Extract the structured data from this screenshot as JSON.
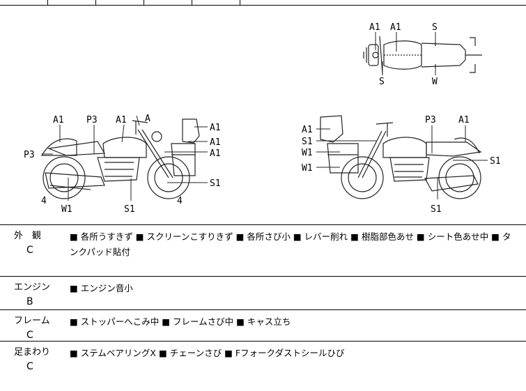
{
  "diagram": {
    "top_view": {
      "labels": [
        "A1",
        "A1",
        "S",
        "S",
        "W"
      ]
    },
    "left_view": {
      "labels": [
        "A1",
        "P3",
        "A1",
        "A",
        "A1",
        "A1",
        "A1",
        "P3",
        "4",
        "W1",
        "S1",
        "4",
        "S1"
      ]
    },
    "right_view": {
      "labels": [
        "P3",
        "A1",
        "A1",
        "S1",
        "W1",
        "W1",
        "S1",
        "S1"
      ]
    }
  },
  "conditions": [
    {
      "name": "外　観",
      "grade": "C",
      "text": "■ 各所うすきず ■ スクリーンこすりきず ■ 各所さび小 ■ レバー削れ ■ 樹脂部色あせ ■ シート色あせ中 ■ タンクパッド貼付"
    },
    {
      "name": "エンジン",
      "grade": "B",
      "text": "■ エンジン音小"
    },
    {
      "name": "フレーム",
      "grade": "C",
      "text": "■ ストッパーへこみ中 ■ フレームさび中 ■ キャス立ち"
    },
    {
      "name": "足まわり",
      "grade": "C",
      "text": "■ ステムベアリングX ■ チェーンさび ■ Fフォークダストシールひび"
    }
  ]
}
